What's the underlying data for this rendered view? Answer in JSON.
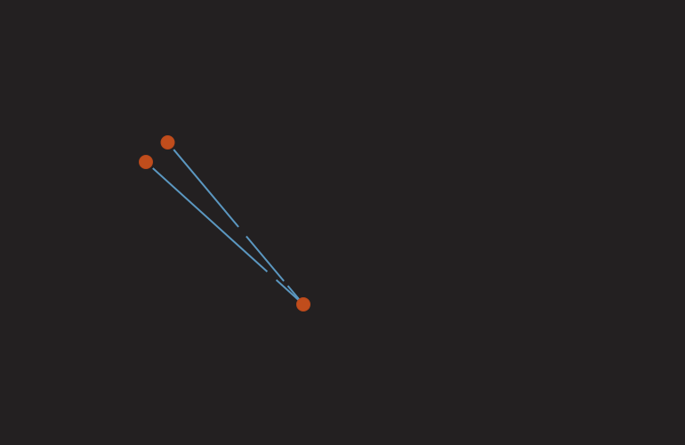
{
  "graph": {
    "background_color": "#232021",
    "edge_color": "#5b97c0",
    "node_color": "#c04d1c",
    "nodes": [
      {
        "id": "node-a"
      },
      {
        "id": "node-b"
      },
      {
        "id": "node-hub"
      }
    ],
    "edges": [
      {
        "id": "edge-a-hub",
        "source": "node-a",
        "target": "node-hub",
        "broken": true
      },
      {
        "id": "edge-b-hub",
        "source": "node-b",
        "target": "node-hub",
        "broken": true
      }
    ]
  }
}
